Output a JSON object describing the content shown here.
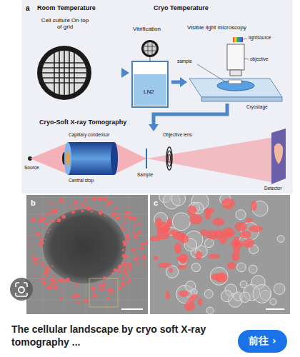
{
  "diagram": {
    "caption": "The cellular landscape by cryo soft X-ray tomography ...",
    "nodes": [
      {
        "text": [
          "前往 ›"
        ]
      }
    ],
    "labels": [
      "a",
      "Room Temperature",
      "Cryo Temperature",
      "Cell culture On top of grid",
      "Vitrification",
      "Visible light microscopy",
      "lightsource",
      "sample",
      "objective",
      "LN2",
      "Cryostage",
      "Cryo-Soft X-ray Tomography",
      "Source",
      "Capillary condensor",
      "Central stop",
      "Objective lens",
      "Sample",
      "Detector",
      "b",
      "c"
    ]
  }
}
